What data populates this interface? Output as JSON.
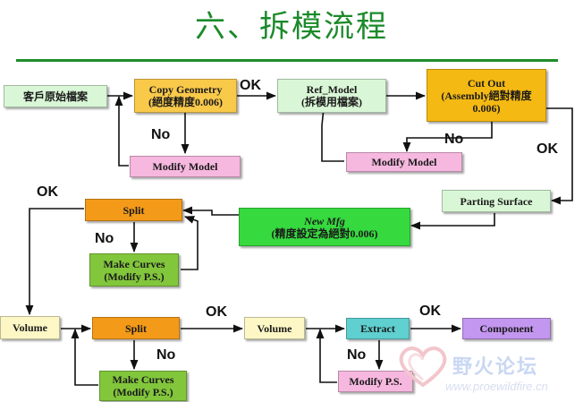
{
  "title": "六、拆模流程",
  "nodes": {
    "customer_file": {
      "lines": [
        "客戶原始檔案"
      ]
    },
    "copy_geometry": {
      "lines": [
        "Copy Geometry",
        "(絕度精度0.006)"
      ]
    },
    "modify_model_1": {
      "lines": [
        "Modify Model"
      ]
    },
    "ref_model": {
      "lines": [
        "Ref_Model",
        "(拆模用檔案)"
      ]
    },
    "cut_out": {
      "lines": [
        "Cut Out",
        "(Assembly絕對精度",
        "0.006)"
      ]
    },
    "modify_model_2": {
      "lines": [
        "Modify Model"
      ]
    },
    "parting_surface": {
      "lines": [
        "Parting Surface"
      ]
    },
    "new_mfg": {
      "lines": [
        "New Mfg",
        "(精度設定為絕對0.006)"
      ]
    },
    "split_1": {
      "lines": [
        "Split"
      ]
    },
    "make_curves_1": {
      "lines": [
        "Make Curves",
        "(Modify P.S.)"
      ]
    },
    "volume_1": {
      "lines": [
        "Volume"
      ]
    },
    "split_2": {
      "lines": [
        "Split"
      ]
    },
    "make_curves_2": {
      "lines": [
        "Make Curves",
        "(Modify P.S.)"
      ]
    },
    "volume_2": {
      "lines": [
        "Volume"
      ]
    },
    "extract": {
      "lines": [
        "Extract"
      ]
    },
    "modify_ps": {
      "lines": [
        "Modify P.S."
      ]
    },
    "component": {
      "lines": [
        "Component"
      ]
    }
  },
  "labels": {
    "ok_1": "OK",
    "no_1": "No",
    "no_2": "No",
    "ok_2": "OK",
    "ok_3": "OK",
    "no_3": "No",
    "ok_4": "OK",
    "no_4": "No",
    "ok_5": "OK",
    "no_5": "No"
  },
  "watermark": {
    "text": "野火论坛",
    "url": "www.proewildfire.cn"
  }
}
